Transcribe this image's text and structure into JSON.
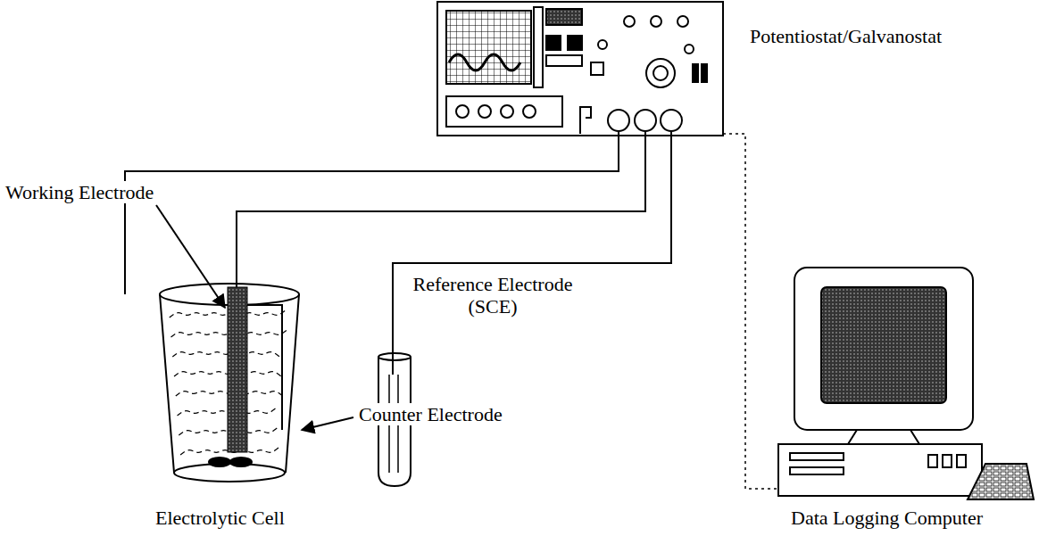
{
  "diagram": {
    "labels": [
      "Potentiostat/Galvanostat",
      "Working Electrode",
      "Reference Electrode (SCE)",
      "Counter Electrode",
      "Electrolytic Cell",
      "Data Logging Computer"
    ]
  }
}
